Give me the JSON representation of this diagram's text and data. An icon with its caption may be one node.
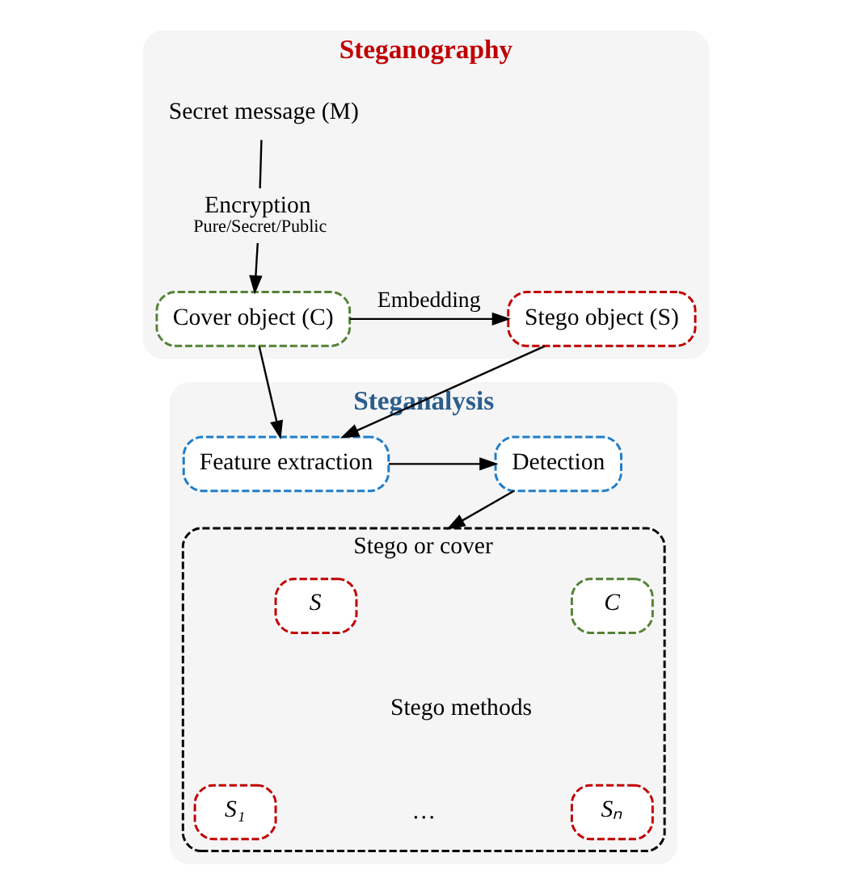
{
  "diagram": {
    "nodes": [
      {
        "text": [
          "Steganography"
        ]
      },
      {
        "text": [
          "Secret message (M)"
        ],
        "in": 0
      },
      {
        "text": [
          "Encryption",
          "Pure/Secret/Public"
        ],
        "in": 0
      },
      {
        "text": [
          "Cover object (C)"
        ],
        "in": 0
      },
      {
        "text": [
          "Stego object (S)"
        ],
        "in": 0
      },
      {
        "text": [
          "Steganalysis"
        ]
      },
      {
        "text": [
          "Stego or cover",
          "Stego methods"
        ],
        "in": 5
      },
      {
        "text": [
          "S"
        ],
        "in": 6
      },
      {
        "text": [
          "C"
        ],
        "in": 6
      },
      {
        "text": [
          "S₁"
        ],
        "in": 6
      },
      {
        "text": [
          "Sₙ"
        ],
        "in": 6
      },
      {
        "text": [
          "Feature extraction"
        ],
        "in": 5
      },
      {
        "text": [
          "Detection"
        ],
        "in": 5
      }
    ],
    "edges": [
      {
        "from": 1,
        "to": 2,
        "arrow": "none"
      },
      {
        "from": 2,
        "to": 3,
        "arrow": "to"
      },
      {
        "from": 3,
        "to": 4,
        "arrow": "to",
        "label": "Embedding"
      },
      {
        "from": 3,
        "to": 11,
        "arrow": "to"
      },
      {
        "from": 4,
        "to": 11,
        "arrow": "to"
      },
      {
        "from": 11,
        "to": 12,
        "arrow": "to"
      },
      {
        "from": 12,
        "to": 6,
        "arrow": "to"
      }
    ],
    "labels": [
      "…"
    ]
  }
}
